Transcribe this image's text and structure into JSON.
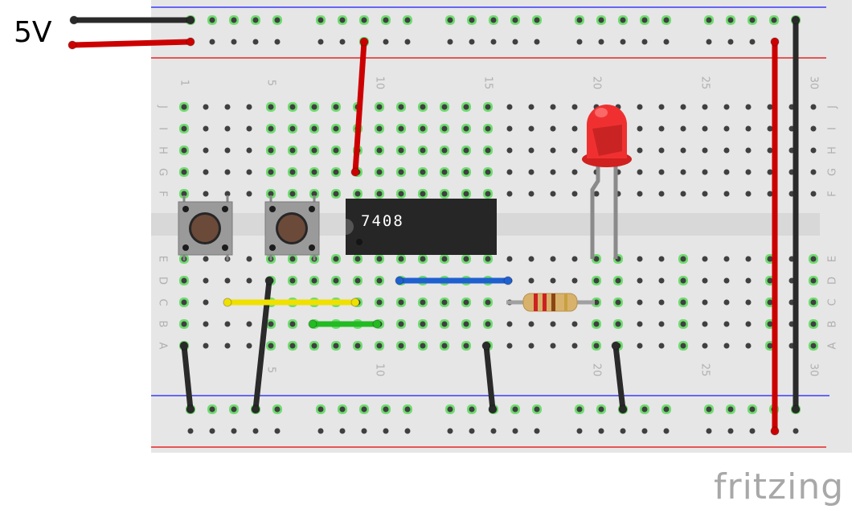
{
  "power_label": "5V",
  "chip_label": "7408",
  "watermark": "fritzing",
  "column_numbers_top": [
    "1",
    "5",
    "10",
    "15",
    "20",
    "25",
    "30"
  ],
  "column_numbers_bottom": [
    "5",
    "10",
    "20",
    "25",
    "30"
  ],
  "row_letters_upper": [
    "J",
    "I",
    "H",
    "G",
    "F"
  ],
  "row_letters_lower": [
    "E",
    "D",
    "C",
    "B",
    "A"
  ],
  "colors": {
    "board": "#e6e6e6",
    "hole": "#404040",
    "hole_highlight": "#6fdc6f",
    "rail_blue": "#1a1aff",
    "rail_red": "#e60000",
    "wire_red": "#cc0000",
    "wire_black": "#2a2a2a",
    "wire_yellow": "#f0e000",
    "wire_green": "#22bb22",
    "wire_blue": "#1f60d0",
    "chip": "#262626",
    "led": "#f03030",
    "button_cap": "#6b4a3a",
    "button_body": "#9a9a9a",
    "watermark": "#a8a8a8"
  },
  "components": [
    {
      "type": "pushbutton",
      "name": "pushbutton-1"
    },
    {
      "type": "pushbutton",
      "name": "pushbutton-2"
    },
    {
      "type": "ic",
      "name": "ic-7408"
    },
    {
      "type": "led",
      "name": "led-red"
    },
    {
      "type": "resistor",
      "name": "resistor"
    }
  ]
}
